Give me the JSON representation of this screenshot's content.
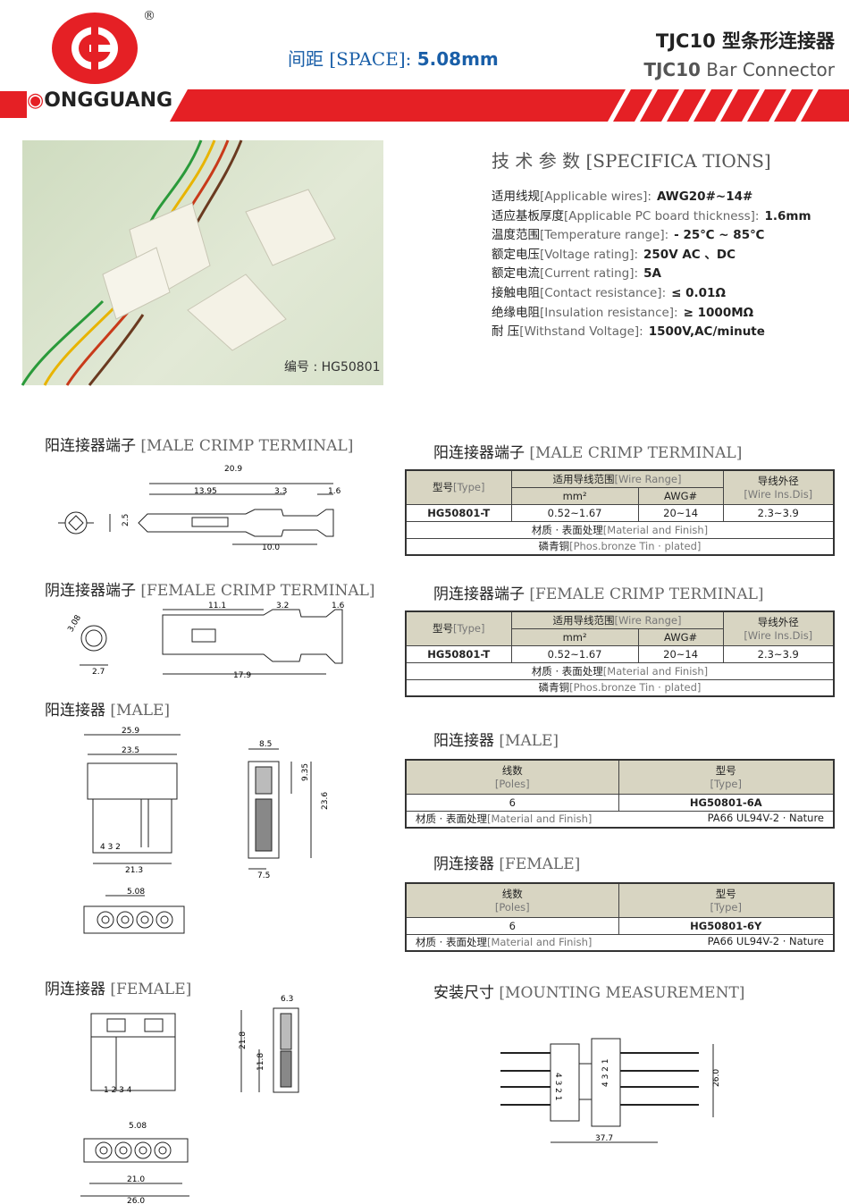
{
  "header": {
    "brand": "ONGGUANG",
    "registered": "®",
    "spacing_cn": "间距",
    "spacing_en": "[SPACE]:",
    "spacing_value": "5.08mm",
    "title_model": "TJC10",
    "title_cn": "型条形连接器",
    "title_en": "Bar Connector",
    "brand_color": "#e52025"
  },
  "photo": {
    "label": "编号 : HG50801"
  },
  "specs": {
    "title_cn": "技 术 参 数",
    "title_en": "[SPECIFICA TIONS]",
    "rows": [
      {
        "cn": "适用线规",
        "en": "[Applicable wires]:",
        "value": "AWG20#~14#"
      },
      {
        "cn": "适应基板厚度",
        "en": "[Applicable PC board thickness]:",
        "value": "1.6mm"
      },
      {
        "cn": "温度范围",
        "en": "[Temperature range]:",
        "value": "- 25℃ ~ 85℃"
      },
      {
        "cn": "额定电压",
        "en": "[Voltage rating]:",
        "value": "250V  AC 、DC"
      },
      {
        "cn": "额定电流",
        "en": "[Current rating]:",
        "value": "5A"
      },
      {
        "cn": "接触电阻",
        "en": "[Contact resistance]:",
        "value": "≤ 0.01Ω"
      },
      {
        "cn": "绝缘电阻",
        "en": "[Insulation resistance]:",
        "value": "≥ 1000MΩ"
      },
      {
        "cn": "耐      压",
        "en": "[Withstand Voltage]:",
        "value": "1500V,AC/minute"
      }
    ]
  },
  "left_sections": {
    "male_terminal": {
      "cn": "阳连接器端子",
      "en": "[MALE CRIMP   TERMINAL]"
    },
    "female_terminal": {
      "cn": "阴连接器端子",
      "en": "[FEMALE CRIMP   TERMINAL]"
    },
    "male": {
      "cn": "阳连接器",
      "en": "[MALE]"
    },
    "female": {
      "cn": "阴连接器",
      "en": "[FEMALE]"
    }
  },
  "drawings": {
    "male_terminal": {
      "d1": "20.9",
      "d2": "13.95",
      "d3": "3.3",
      "d4": "1.6",
      "d5": "10.0",
      "d6": "2.5"
    },
    "female_terminal": {
      "d1": "11.1",
      "d2": "3.2",
      "d3": "1.6",
      "d4": "17.9",
      "d5": "3.08",
      "d6": "2.7"
    },
    "male": {
      "d1": "25.9",
      "d2": "23.5",
      "d3": "21.3",
      "d4": "5.08",
      "d5": "8.5",
      "d6": "9.35",
      "d7": "23.6",
      "d8": "7.5",
      "pins": "4  3  2"
    },
    "female": {
      "d1": "6.3",
      "d2": "21.8",
      "d3": "11.8",
      "d4": "5.08",
      "d5": "21.0",
      "d6": "26.0",
      "pins": "1  2  3  4"
    },
    "mounting": {
      "width": "37.7",
      "height": "26.0",
      "pins_left": "4 3 2 1",
      "pins_right": "4 3 2 1"
    }
  },
  "right_sections": {
    "male_terminal": {
      "cn": "阳连接器端子",
      "en": "[MALE CRIMP   TERMINAL]",
      "type_cn": "型号",
      "type_en": "[Type]",
      "range_cn": "适用导线范围",
      "range_en": "[Wire Range]",
      "dia_cn": "导线外径",
      "dia_en": "[Wire Ins.Dis]",
      "mm2": "mm²",
      "awg": "AWG#",
      "model": "HG50801-T",
      "mm_val": "0.52~1.67",
      "awg_val": "20~14",
      "dia_val": "2.3~3.9",
      "mat_cn": "材质 · 表面处理",
      "mat_en": "[Material and Finish]",
      "fin_cn": "磷青铜",
      "fin_en": "[Phos.bronze Tin · plated]"
    },
    "female_terminal": {
      "cn": "阴连接器端子",
      "en": "[FEMALE CRIMP   TERMINAL]",
      "type_cn": "型号",
      "type_en": "[Type]",
      "range_cn": "适用导线范围",
      "range_en": "[Wire Range]",
      "dia_cn": "导线外径",
      "dia_en": "[Wire Ins.Dis]",
      "mm2": "mm²",
      "awg": "AWG#",
      "model": "HG50801-T",
      "mm_val": "0.52~1.67",
      "awg_val": "20~14",
      "dia_val": "2.3~3.9",
      "mat_cn": "材质 · 表面处理",
      "mat_en": "[Material and Finish]",
      "fin_cn": "磷青铜",
      "fin_en": "[Phos.bronze Tin · plated]"
    },
    "male": {
      "cn": "阳连接器",
      "en": "[MALE]",
      "poles_cn": "线数",
      "poles_en": "[Poles]",
      "type_cn": "型号",
      "type_en": "[Type]",
      "poles": "6",
      "model": "HG50801-6A",
      "mat_cn": "材质 · 表面处理",
      "mat_en": "[Material and Finish]",
      "mat_val": "PA66 UL94V-2 · Nature"
    },
    "female": {
      "cn": "阴连接器",
      "en": "[FEMALE]",
      "poles_cn": "线数",
      "poles_en": "[Poles]",
      "type_cn": "型号",
      "type_en": "[Type]",
      "poles": "6",
      "model": "HG50801-6Y",
      "mat_cn": "材质 · 表面处理",
      "mat_en": "[Material and Finish]",
      "mat_val": "PA66 UL94V-2 · Nature"
    },
    "mounting": {
      "cn": "安装尺寸",
      "en": "[MOUNTING MEASUREMENT]"
    }
  }
}
